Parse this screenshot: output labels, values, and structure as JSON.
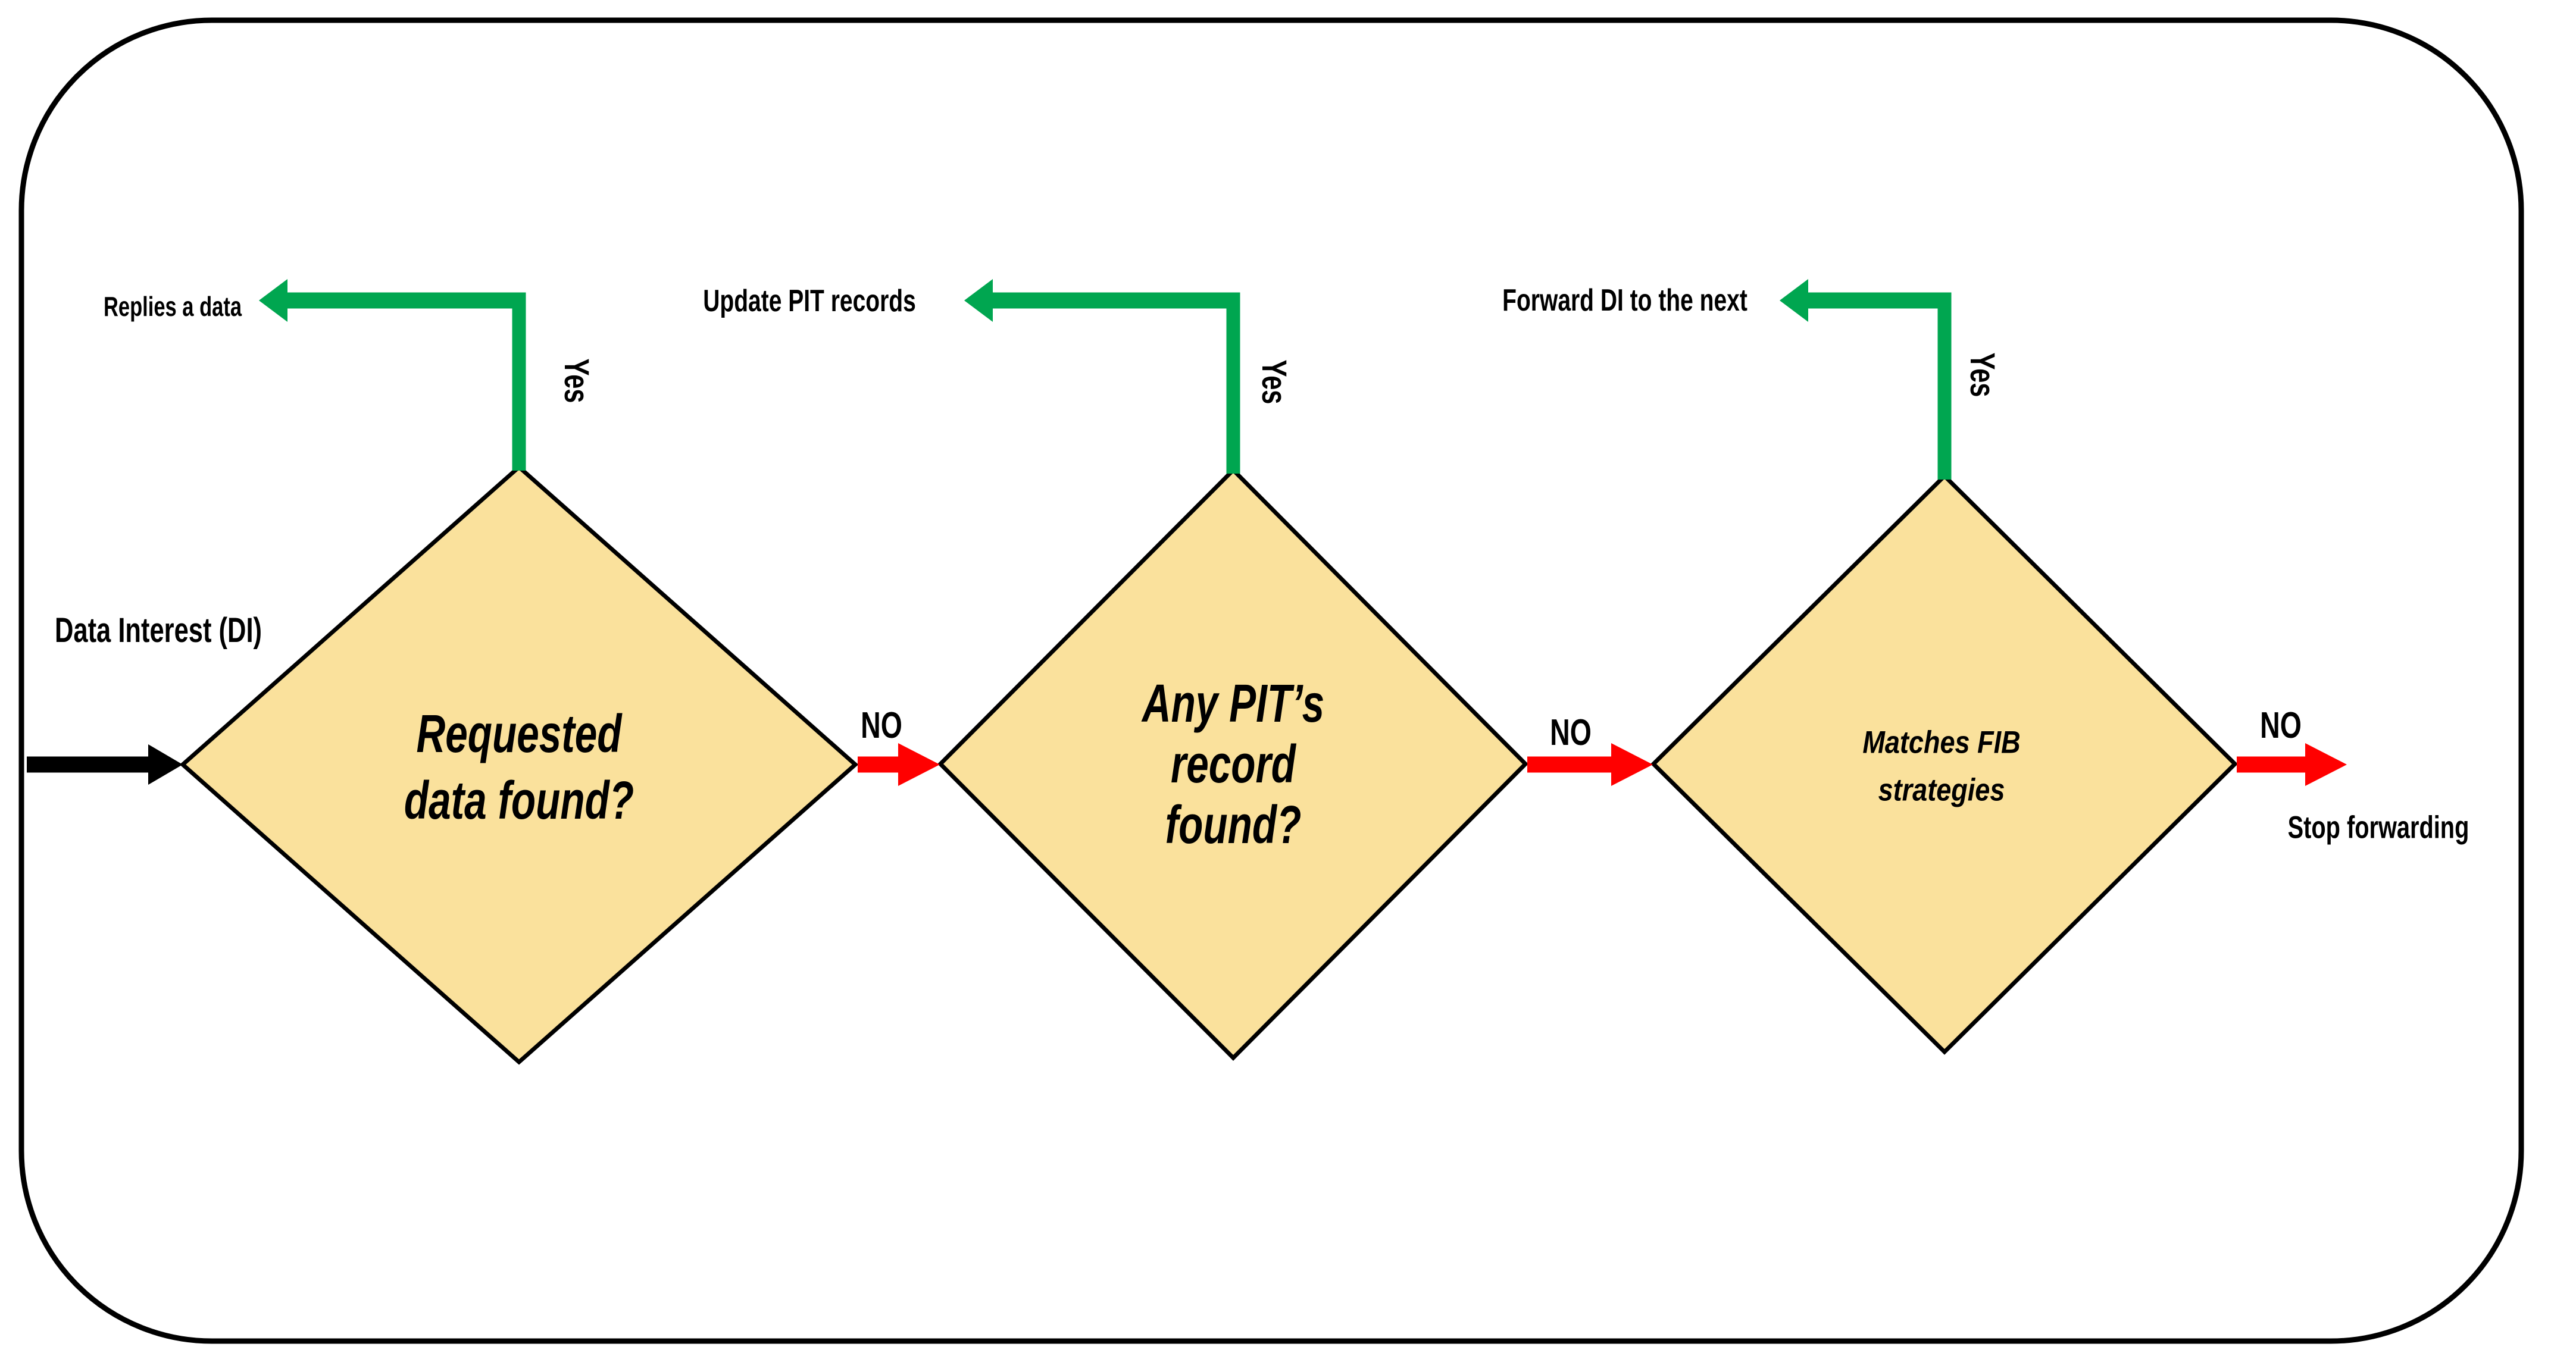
{
  "figure": {
    "type": "flowchart",
    "title": "Data Interest forwarding decision flow"
  },
  "colors": {
    "yes_arrow": "#00A650",
    "no_arrow": "#FF0000",
    "start_arrow": "#000000",
    "diamond_fill": "#FAE19C",
    "outline": "#000000"
  },
  "start": {
    "label": "Data Interest (DI)"
  },
  "decisions": [
    {
      "lines": [
        "Requested",
        "data found?"
      ],
      "yes_label": "Yes",
      "yes_action": "Replies a data",
      "no_label": "NO"
    },
    {
      "lines": [
        "Any PIT’s",
        "record",
        "found?"
      ],
      "yes_label": "Yes",
      "yes_action": "Update PIT records",
      "no_label": "NO"
    },
    {
      "lines": [
        "Matches FIB",
        "strategies"
      ],
      "yes_label": "Yes",
      "yes_action": "Forward DI to the next",
      "no_label": "NO",
      "no_action": "Stop forwarding"
    }
  ]
}
